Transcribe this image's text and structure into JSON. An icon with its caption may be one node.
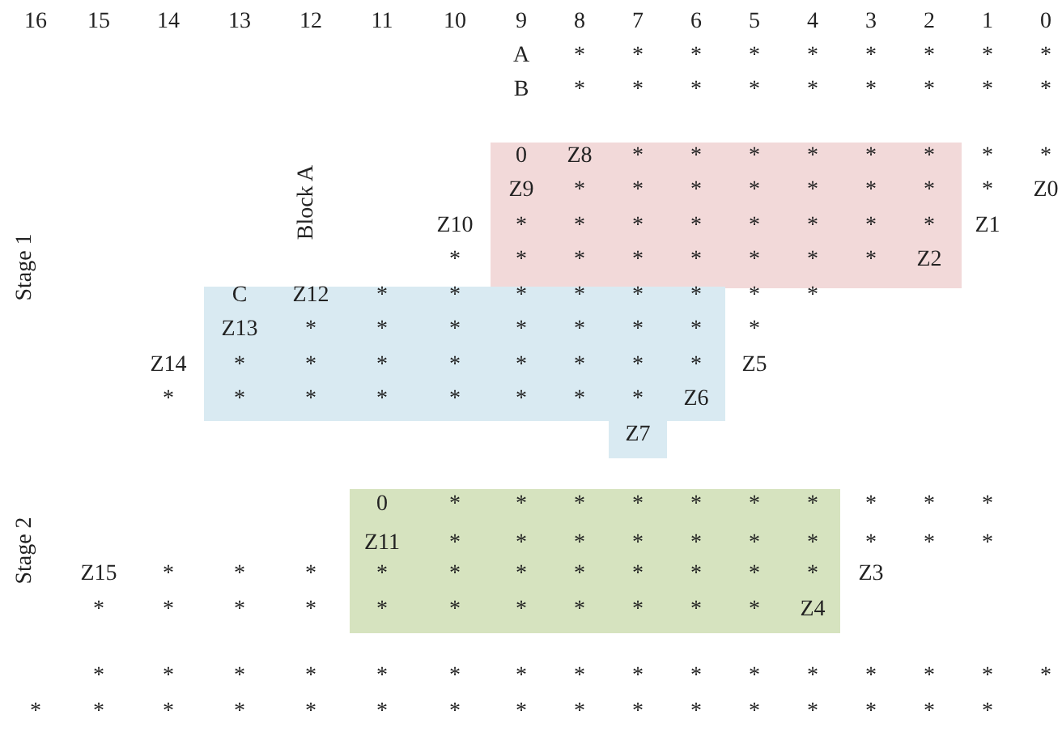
{
  "diagram": {
    "nodes": [
      {
        "text": [
          "0",
          "Z8",
          "*",
          "*",
          "*",
          "*",
          "*",
          "*",
          "Z9",
          "*",
          "*",
          "*",
          "*",
          "*",
          "*",
          "*",
          "*",
          "*",
          "*",
          "*",
          "*",
          "*",
          "*",
          "*",
          "*",
          "*",
          "*",
          "*",
          "*",
          "*",
          "*",
          "Z2"
        ]
      },
      {
        "text": [
          "C",
          "Z12",
          "*",
          "*",
          "*",
          "*",
          "*",
          "*",
          "Z13",
          "*",
          "*",
          "*",
          "*",
          "*",
          "*",
          "*",
          "*",
          "*",
          "*",
          "*",
          "*",
          "*",
          "*",
          "*",
          "*",
          "*",
          "*",
          "*",
          "*",
          "*",
          "*",
          "Z6",
          "Z7"
        ]
      },
      {
        "text": [
          "0",
          "*",
          "*",
          "*",
          "*",
          "*",
          "*",
          "*",
          "Z11",
          "*",
          "*",
          "*",
          "*",
          "*",
          "*",
          "*",
          "*",
          "*",
          "*",
          "*",
          "*",
          "*",
          "*",
          "*",
          "*",
          "*",
          "*",
          "*",
          "*",
          "*",
          "*",
          "Z4"
        ]
      }
    ],
    "labels": [
      "16",
      "15",
      "14",
      "13",
      "12",
      "11",
      "10",
      "9",
      "8",
      "7",
      "6",
      "5",
      "4",
      "3",
      "2",
      "1",
      "0",
      "A",
      "*",
      "*",
      "*",
      "*",
      "*",
      "*",
      "*",
      "*",
      "*",
      "B",
      "*",
      "*",
      "*",
      "*",
      "*",
      "*",
      "*",
      "*",
      "*",
      "*",
      "*",
      "Block A",
      "*",
      "Z0",
      "Z10",
      "Z1",
      "*",
      "Stage 1",
      "*",
      "*",
      "*",
      "Z14",
      "Z5",
      "*",
      "*",
      "*",
      "*",
      "Stage 2",
      "*",
      "*",
      "*",
      "Z15",
      "*",
      "*",
      "*",
      "Z3",
      "*",
      "*",
      "*",
      "*",
      "*",
      "*",
      "*",
      "*",
      "*",
      "*",
      "*",
      "*",
      "*",
      "*",
      "*",
      "*",
      "*",
      "*",
      "*",
      "*",
      "*",
      "*",
      "*",
      "*",
      "*",
      "*",
      "*",
      "*",
      "*",
      "*",
      "*",
      "*",
      "*",
      "*",
      "*",
      "*"
    ]
  }
}
